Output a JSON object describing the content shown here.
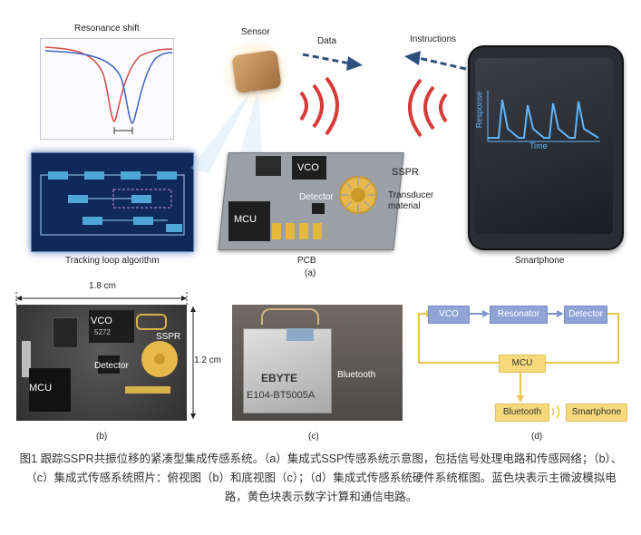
{
  "panel_a": {
    "resonance_label": "Resonance shift",
    "sensor_label": "Sensor",
    "data_label": "Data",
    "instructions_label": "Instructions",
    "tracking_label": "Tracking loop algorithm",
    "pcb_label": "PCB",
    "smartphone_label": "Smartphone",
    "sspr_label": "SSPR",
    "transducer_label": "Transducer material",
    "vco_label": "VCO",
    "detector_label": "Detector",
    "mcu_label": "MCU",
    "response_label": "Response",
    "time_label": "Time",
    "tag": "(a)"
  },
  "panel_b": {
    "width_dim": "1.8 cm",
    "height_dim": "1.2 cm",
    "vco_label": "VCO",
    "chip_text": "5272",
    "sspr_label": "SSPR",
    "detector_label": "Detector",
    "mcu_label": "MCU",
    "tag": "(b)"
  },
  "panel_c": {
    "brand": "EBYTE",
    "model": "E104-BT5005A",
    "bluetooth_label": "Bluetooth",
    "tag": "(c)"
  },
  "panel_d": {
    "vco": "VCO",
    "resonator": "Resonator",
    "detector": "Detector",
    "mcu": "MCU",
    "bluetooth": "Bluetooth",
    "smartphone": "Smartphone",
    "tag": "(d)"
  },
  "caption": "图1 跟踪SSPR共振位移的紧凑型集成传感系统。（a）集成式SSP传感系统示意图，包括信号处理电路和传感网络；（b）、（c）集成式传感系统照片：俯视图（b）和底视图（c）；（d）集成式传感系统硬件系统框图。蓝色块表示主微波模拟电路，黄色块表示数字计算和通信电路。",
  "colors": {
    "blue_block": "#8fa3d6",
    "yellow_block": "#f5d97a",
    "yellow_line": "#e8c64a",
    "blue_line": "#7d93cf"
  }
}
